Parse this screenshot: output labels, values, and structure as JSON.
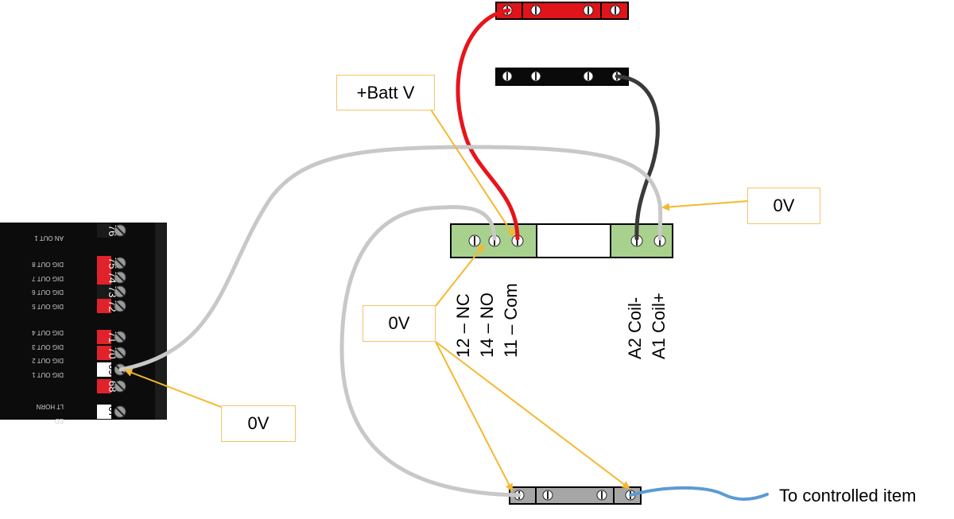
{
  "controller": {
    "labels_upside_down": [
      "AN OUT 1",
      "DIG OUT 8",
      "DIG OUT 7",
      "DIG OUT 6",
      "DIG OUT 5",
      "DIG OUT 4",
      "DIG OUT 3",
      "DIG OUT 2",
      "DIG OUT 1",
      "LT HORN",
      "ED"
    ],
    "label_numbers": [
      "76",
      "75",
      "74",
      "73",
      "72",
      "71",
      "70",
      "69",
      "68",
      "67"
    ],
    "terminals": [
      {
        "number": "76",
        "color": "#1a1a1a"
      },
      {
        "number": "75",
        "color": "#e0222a"
      },
      {
        "number": "74",
        "color": "#e0222a"
      },
      {
        "number": "73",
        "color": "#1a1a1a"
      },
      {
        "number": "72",
        "color": "#e0222a"
      },
      {
        "number": "71",
        "color": "#e0222a"
      },
      {
        "number": "70",
        "color": "#e0222a"
      },
      {
        "number": "69",
        "color": "#ffffff"
      },
      {
        "number": "68",
        "color": "#e0222a"
      },
      {
        "number": "67",
        "color": "#ffffff"
      }
    ]
  },
  "relay": {
    "contact_labels": [
      "12 – NC",
      "14 – NO",
      "11 – Com"
    ],
    "coil_labels": [
      "A2 Coil-",
      "A1 Coil+"
    ]
  },
  "callouts": {
    "batt": "+Batt V",
    "zero_right": "0V",
    "zero_middle": "0V",
    "zero_left": "0V"
  },
  "output_label": "To controlled item",
  "colors": {
    "wire_red": "#e8141b",
    "wire_black": "#3a3a3a",
    "wire_grey": "#c8c8c8",
    "wire_blue": "#5b9bd5",
    "arrow": "#f5b82e",
    "relay_green": "#a9d18e",
    "busbar_grey": "#a6a6a6"
  }
}
